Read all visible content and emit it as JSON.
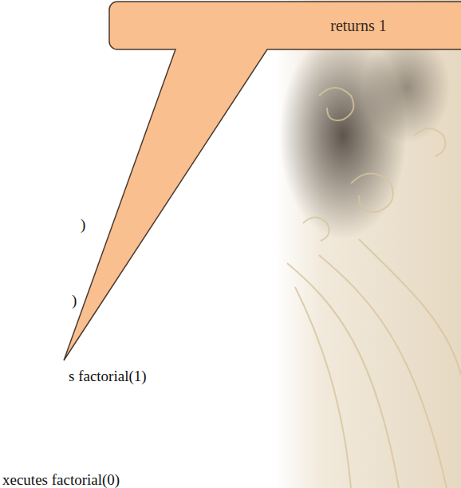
{
  "diagram": {
    "nodes": [
      {
        "text": [
          "returns 1"
        ]
      }
    ],
    "labels": [
      ")",
      ")",
      "s factorial(1)",
      "xecutes factorial(0)"
    ]
  }
}
